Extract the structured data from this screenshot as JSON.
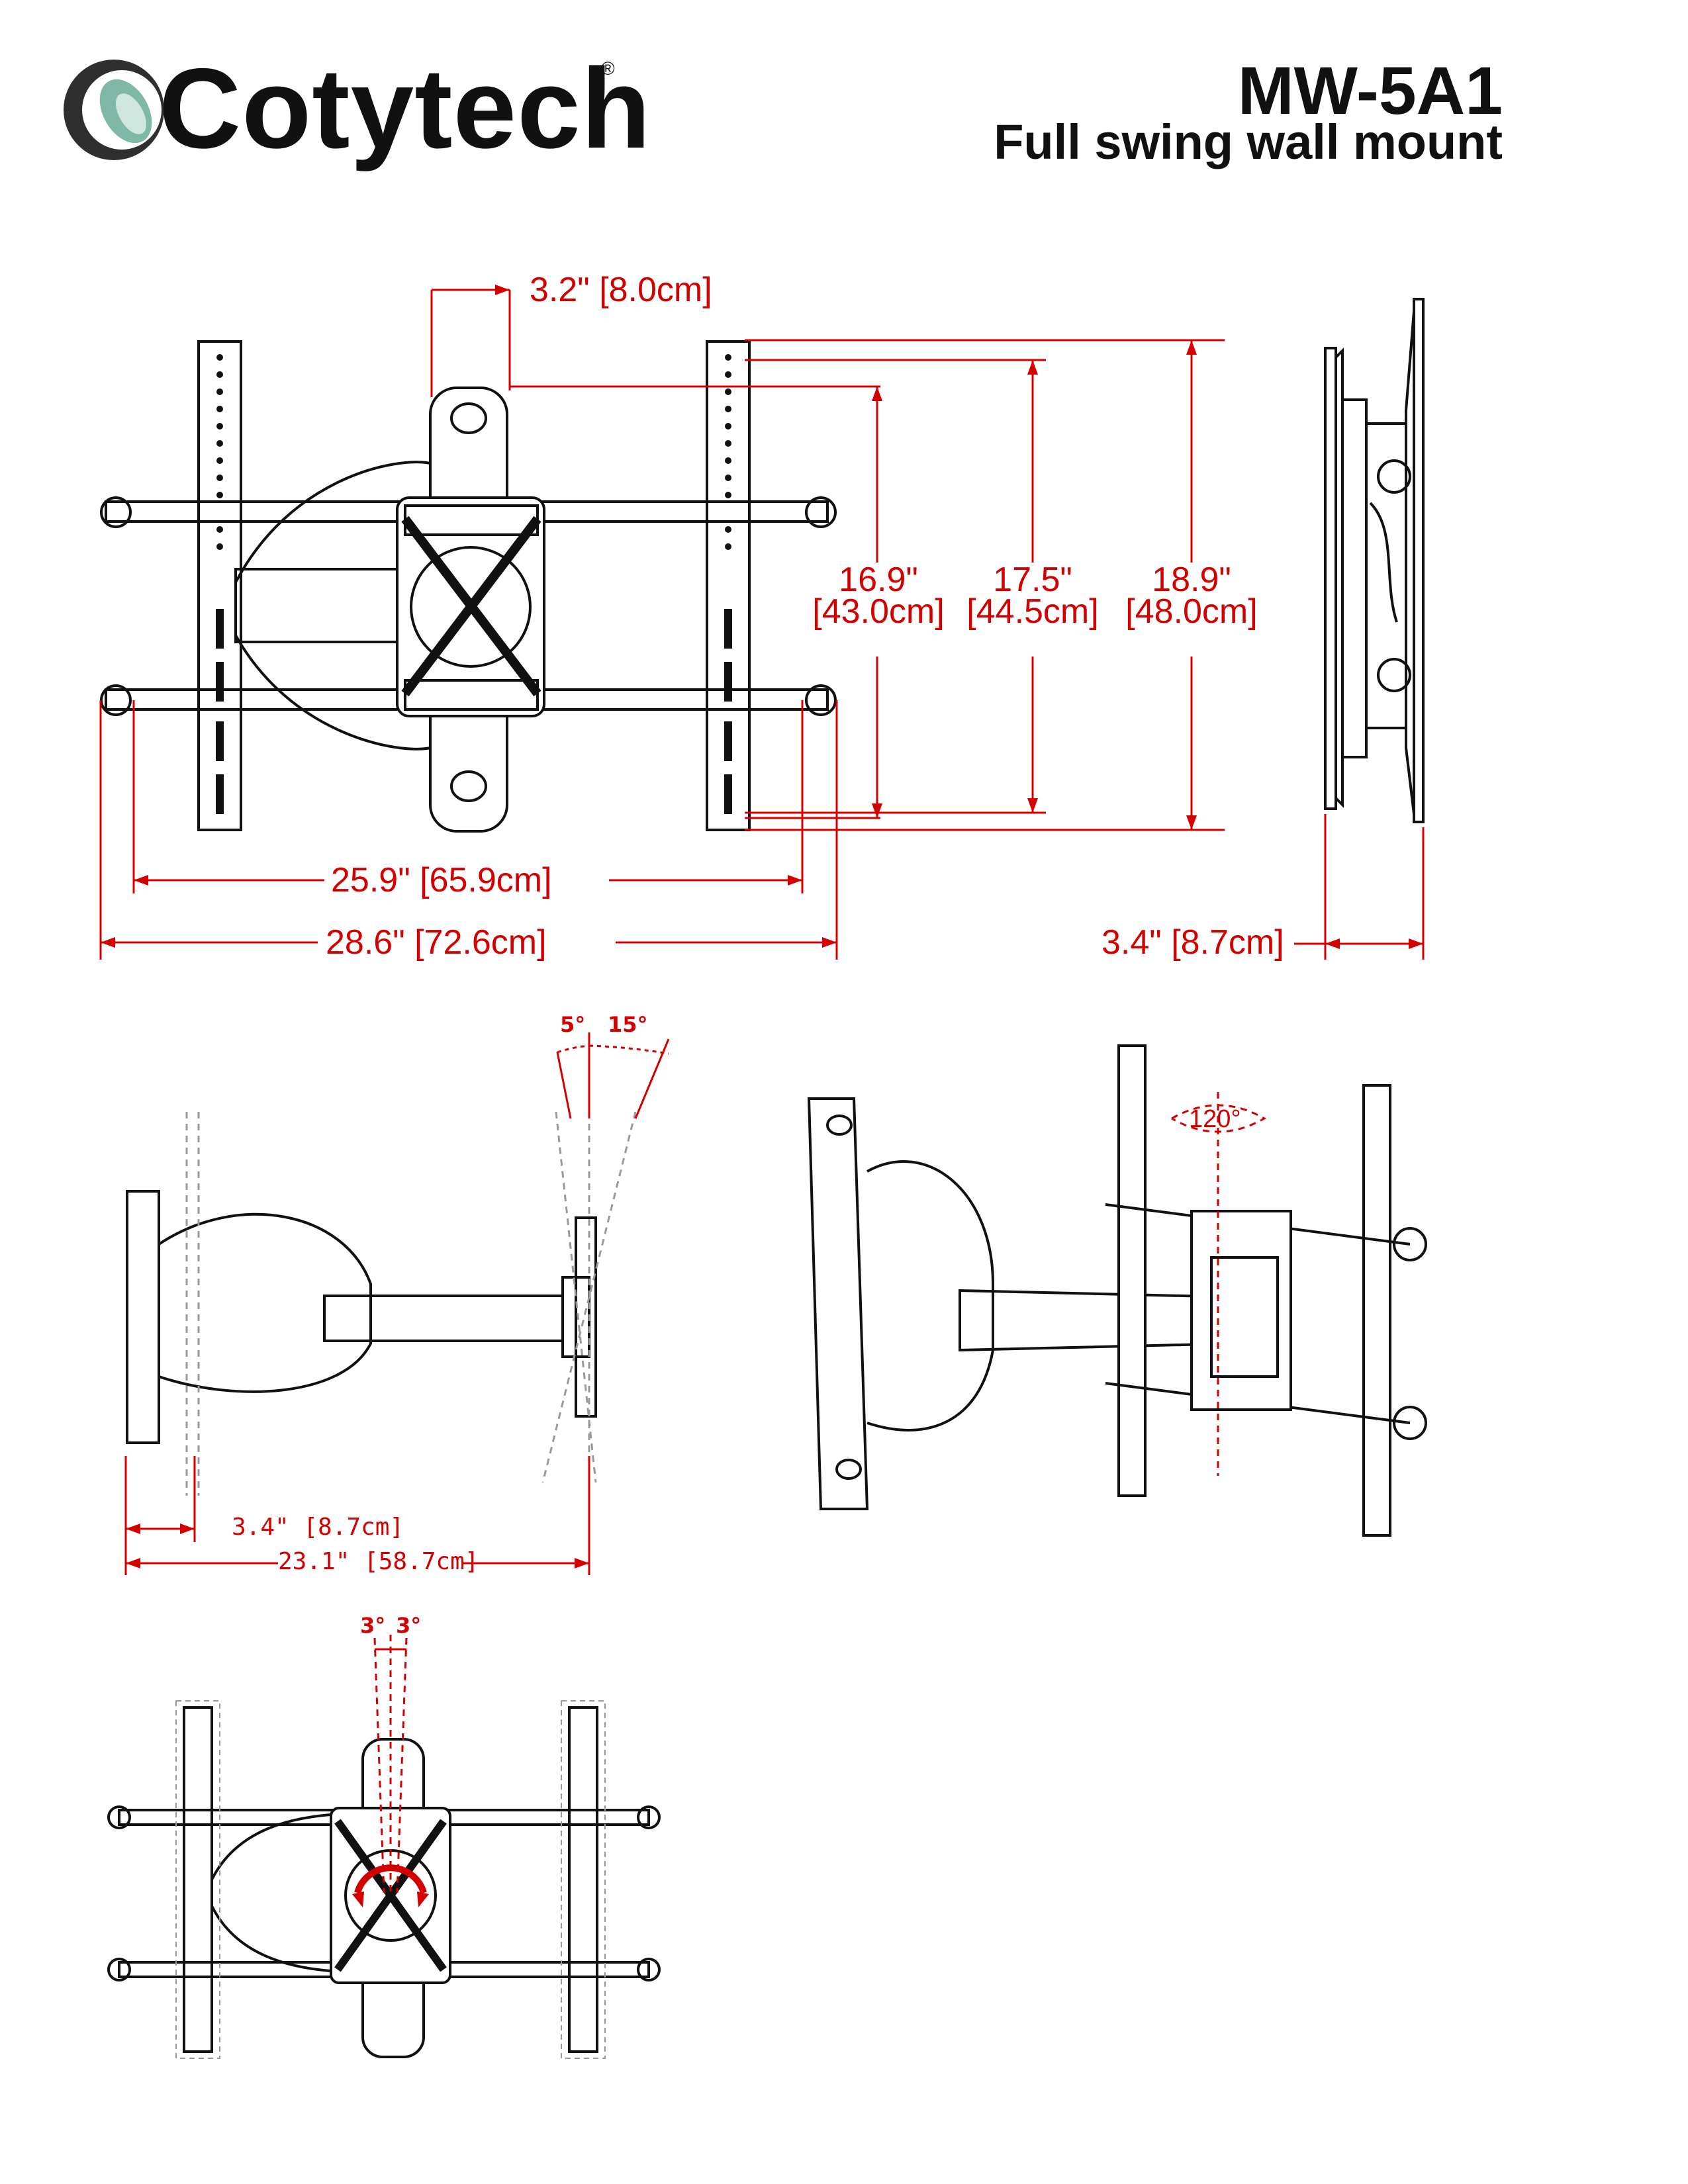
{
  "brand": {
    "name": "Cotytech",
    "mark": "®"
  },
  "product": {
    "model": "MW-5A1",
    "subtitle": "Full swing wall mount"
  },
  "dimensions": {
    "offset": "3.2\" [8.0cm]",
    "h1_in": "16.9\"",
    "h1_cm": "[43.0cm]",
    "h2_in": "17.5\"",
    "h2_cm": "[44.5cm]",
    "h3_in": "18.9\"",
    "h3_cm": "[48.0cm]",
    "w_inner": "25.9\" [65.9cm]",
    "w_outer": "28.6\" [72.6cm]",
    "depth_side": "3.4\" [8.7cm]",
    "depth_min": "3.4\" [8.7cm]",
    "depth_max": "23.1\" [58.7cm]"
  },
  "angles": {
    "tilt_up": "5°",
    "tilt_down": "15°",
    "swivel": "120°",
    "level_left": "3°",
    "level_right": "3°"
  },
  "colors": {
    "line": "#111111",
    "dimension": "#d40000",
    "ghost": "#9a9a9a"
  }
}
